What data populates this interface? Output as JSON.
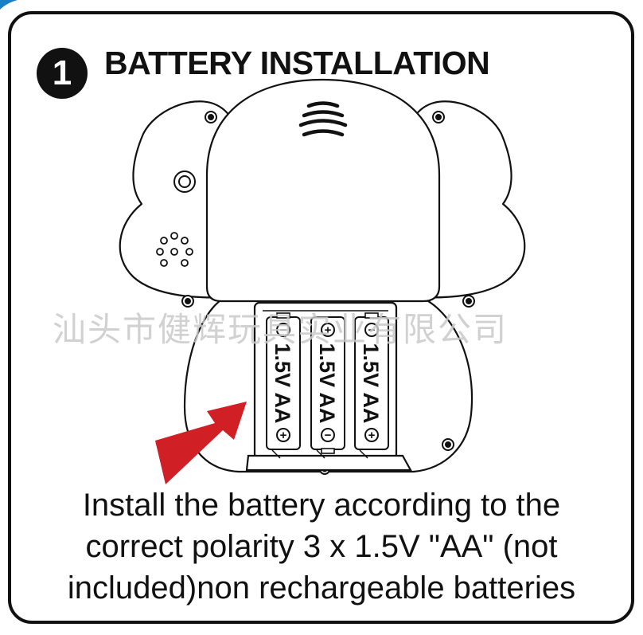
{
  "step": {
    "number": "1",
    "title": "BATTERY INSTALLATION"
  },
  "battery_labels": [
    "1.5V AA",
    "1.5V AA",
    "1.5V AA"
  ],
  "polarity": {
    "plus": "+",
    "minus": "−"
  },
  "watermark": "汕头市健辉玩具实业有限公司",
  "instructions": [
    "Install the battery according to the",
    "correct polarity  3 x 1.5V \"AA\" (not",
    "included)non rechargeable batteries"
  ],
  "colors": {
    "ink": "#111111",
    "arrow": "#d11f26",
    "accent_corner": "#1a7fc4"
  }
}
